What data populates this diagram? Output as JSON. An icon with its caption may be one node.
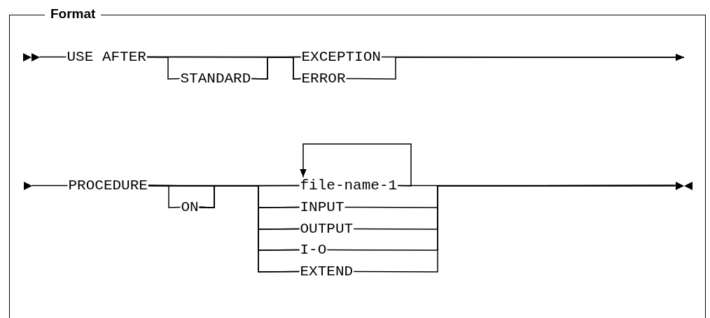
{
  "diagram": {
    "nodes": [
      {
        "text": [
          "Format"
        ]
      },
      {
        "text": [],
        "shape": "triangle",
        "in": 0
      },
      {
        "text": [
          "USE AFTER"
        ],
        "in": 0
      },
      {
        "text": [
          "STANDARD"
        ],
        "in": 0
      },
      {
        "text": [
          "EXCEPTION"
        ],
        "in": 0
      },
      {
        "text": [
          "ERROR"
        ],
        "in": 0
      },
      {
        "text": [],
        "shape": "triangle",
        "in": 0
      },
      {
        "text": [
          "PROCEDURE"
        ],
        "in": 0
      },
      {
        "text": [
          "ON"
        ],
        "in": 0
      },
      {
        "text": [
          "file-name-1"
        ],
        "in": 0
      },
      {
        "text": [
          "INPUT"
        ],
        "in": 0
      },
      {
        "text": [
          "OUTPUT"
        ],
        "in": 0
      },
      {
        "text": [
          "I-O"
        ],
        "in": 0
      },
      {
        "text": [
          "EXTEND"
        ],
        "in": 0
      },
      {
        "text": [],
        "shape": "triangle",
        "in": 0
      }
    ],
    "edges": [
      {
        "from": 1,
        "to": 2,
        "arrow": "none"
      },
      {
        "from": 2,
        "to": 3,
        "arrow": "none"
      },
      {
        "from": 2,
        "to": 4,
        "arrow": "none"
      },
      {
        "from": 2,
        "to": 5,
        "arrow": "none"
      },
      {
        "from": 3,
        "to": 4,
        "arrow": "none"
      },
      {
        "from": 3,
        "to": 5,
        "arrow": "none"
      },
      {
        "from": 4,
        "to": null,
        "arrow": "to"
      },
      {
        "from": 5,
        "to": null,
        "arrow": "to"
      },
      {
        "from": 6,
        "to": 7,
        "arrow": "none"
      },
      {
        "from": 7,
        "to": 8,
        "arrow": "none"
      },
      {
        "from": 7,
        "to": 9,
        "arrow": "none"
      },
      {
        "from": 7,
        "to": 10,
        "arrow": "none"
      },
      {
        "from": 7,
        "to": 11,
        "arrow": "none"
      },
      {
        "from": 7,
        "to": 12,
        "arrow": "none"
      },
      {
        "from": 7,
        "to": 13,
        "arrow": "none"
      },
      {
        "from": 8,
        "to": 9,
        "arrow": "none"
      },
      {
        "from": 8,
        "to": 10,
        "arrow": "none"
      },
      {
        "from": 8,
        "to": 11,
        "arrow": "none"
      },
      {
        "from": 8,
        "to": 12,
        "arrow": "none"
      },
      {
        "from": 8,
        "to": 13,
        "arrow": "none"
      },
      {
        "from": 9,
        "to": 9,
        "arrow": "to"
      },
      {
        "from": 9,
        "to": 14,
        "arrow": "none"
      },
      {
        "from": 10,
        "to": 14,
        "arrow": "none"
      },
      {
        "from": 11,
        "to": 14,
        "arrow": "none"
      },
      {
        "from": 12,
        "to": 14,
        "arrow": "none"
      },
      {
        "from": 13,
        "to": 14,
        "arrow": "none"
      }
    ]
  }
}
